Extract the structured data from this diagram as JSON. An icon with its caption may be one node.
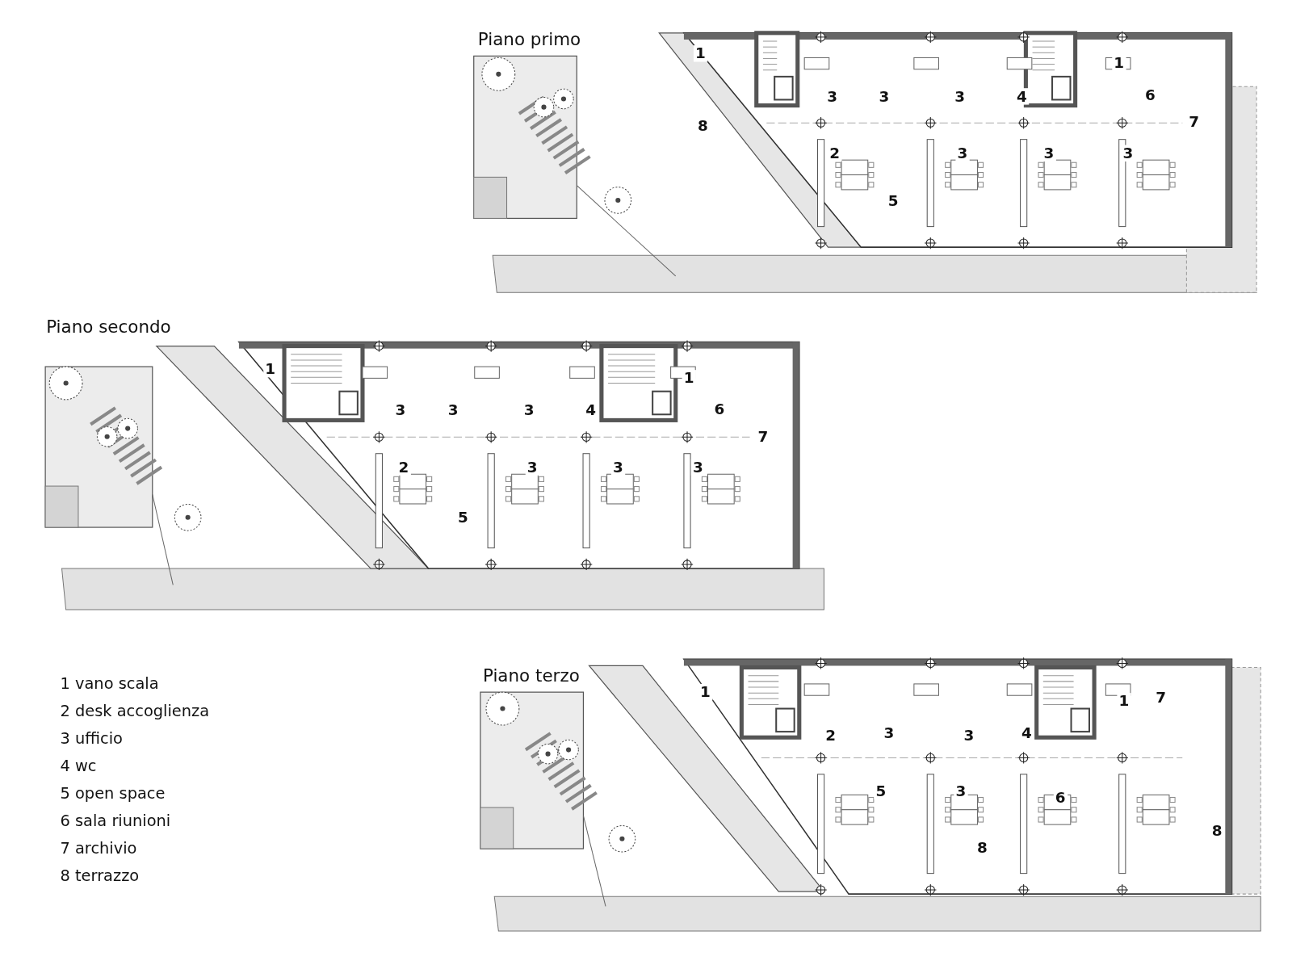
{
  "diagram": {
    "nodes": [
      {
        "text": [
          "Piano primo"
        ]
      },
      {
        "text": [
          "Piano secondo"
        ]
      },
      {
        "text": [
          "Piano terzo"
        ]
      }
    ],
    "labels": [
      "1",
      "3",
      "3",
      "3",
      "4",
      "1",
      "6",
      "8",
      "7",
      "2",
      "3",
      "3",
      "3",
      "5",
      "1",
      "1",
      "3",
      "3",
      "3",
      "4",
      "6",
      "7",
      "2",
      "3",
      "3",
      "3",
      "5",
      "1",
      "1",
      "7",
      "2",
      "3",
      "3",
      "4",
      "5",
      "3",
      "6",
      "8",
      "8",
      "1 vano scala",
      "2 desk accoglienza",
      "3 ufficio",
      "4 wc",
      "5 open space",
      "6 sala riunioni",
      "7 archivio",
      "8 terrazzo"
    ]
  }
}
